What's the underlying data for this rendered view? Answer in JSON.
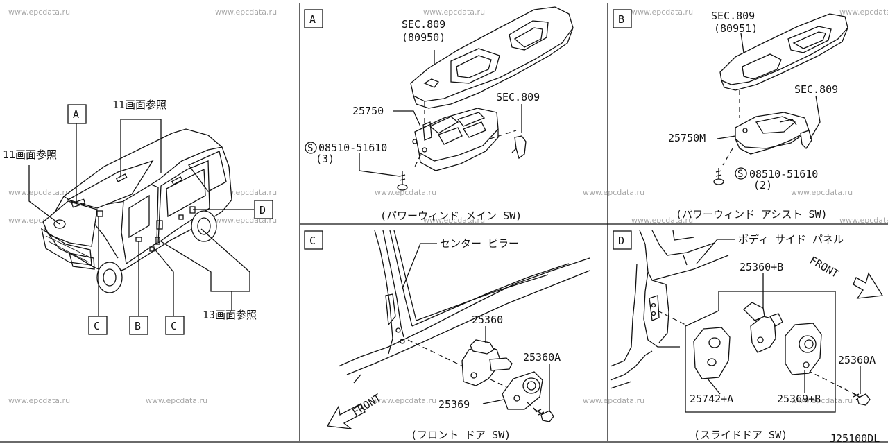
{
  "watermark": "www.epcdata.ru",
  "overview": {
    "ref_left": "11画面参照",
    "ref_top": "11画面参照",
    "ref_bottom": "13画面参照",
    "tag_a": "A",
    "tag_b": "B",
    "tag_c1": "C",
    "tag_c2": "C",
    "tag_d": "D"
  },
  "panel_a": {
    "tag": "A",
    "sec_top": "SEC.809",
    "sec_top_code": "(80950)",
    "sec_right": "SEC.809",
    "part_switch": "25750",
    "screw_symbol": "S",
    "screw": "08510-51610",
    "screw_qty": "(3)",
    "caption": "(パワーウィンド メイン SW)"
  },
  "panel_b": {
    "tag": "B",
    "sec_top": "SEC.809",
    "sec_top_code": "(80951)",
    "sec_right": "SEC.809",
    "part_switch": "25750M",
    "screw_symbol": "S",
    "screw": "08510-51610",
    "screw_qty": "(2)",
    "caption": "(パワーウィンド アシスト SW)"
  },
  "panel_c": {
    "tag": "C",
    "pillar": "センター ピラー",
    "part_switch": "25360",
    "part_bolt": "25360A",
    "part_bracket": "25369",
    "front": "FRONT",
    "caption": "(フロント ドア SW)"
  },
  "panel_d": {
    "tag": "D",
    "panel": "ボディ サイド パネル",
    "part_switch": "25360+B",
    "part_bolt": "25360A",
    "part_spacer": "25742+A",
    "part_bracket": "25369+B",
    "front": "FRONT",
    "caption": "(スライドドア SW)"
  },
  "figure_code": "J25100DL"
}
